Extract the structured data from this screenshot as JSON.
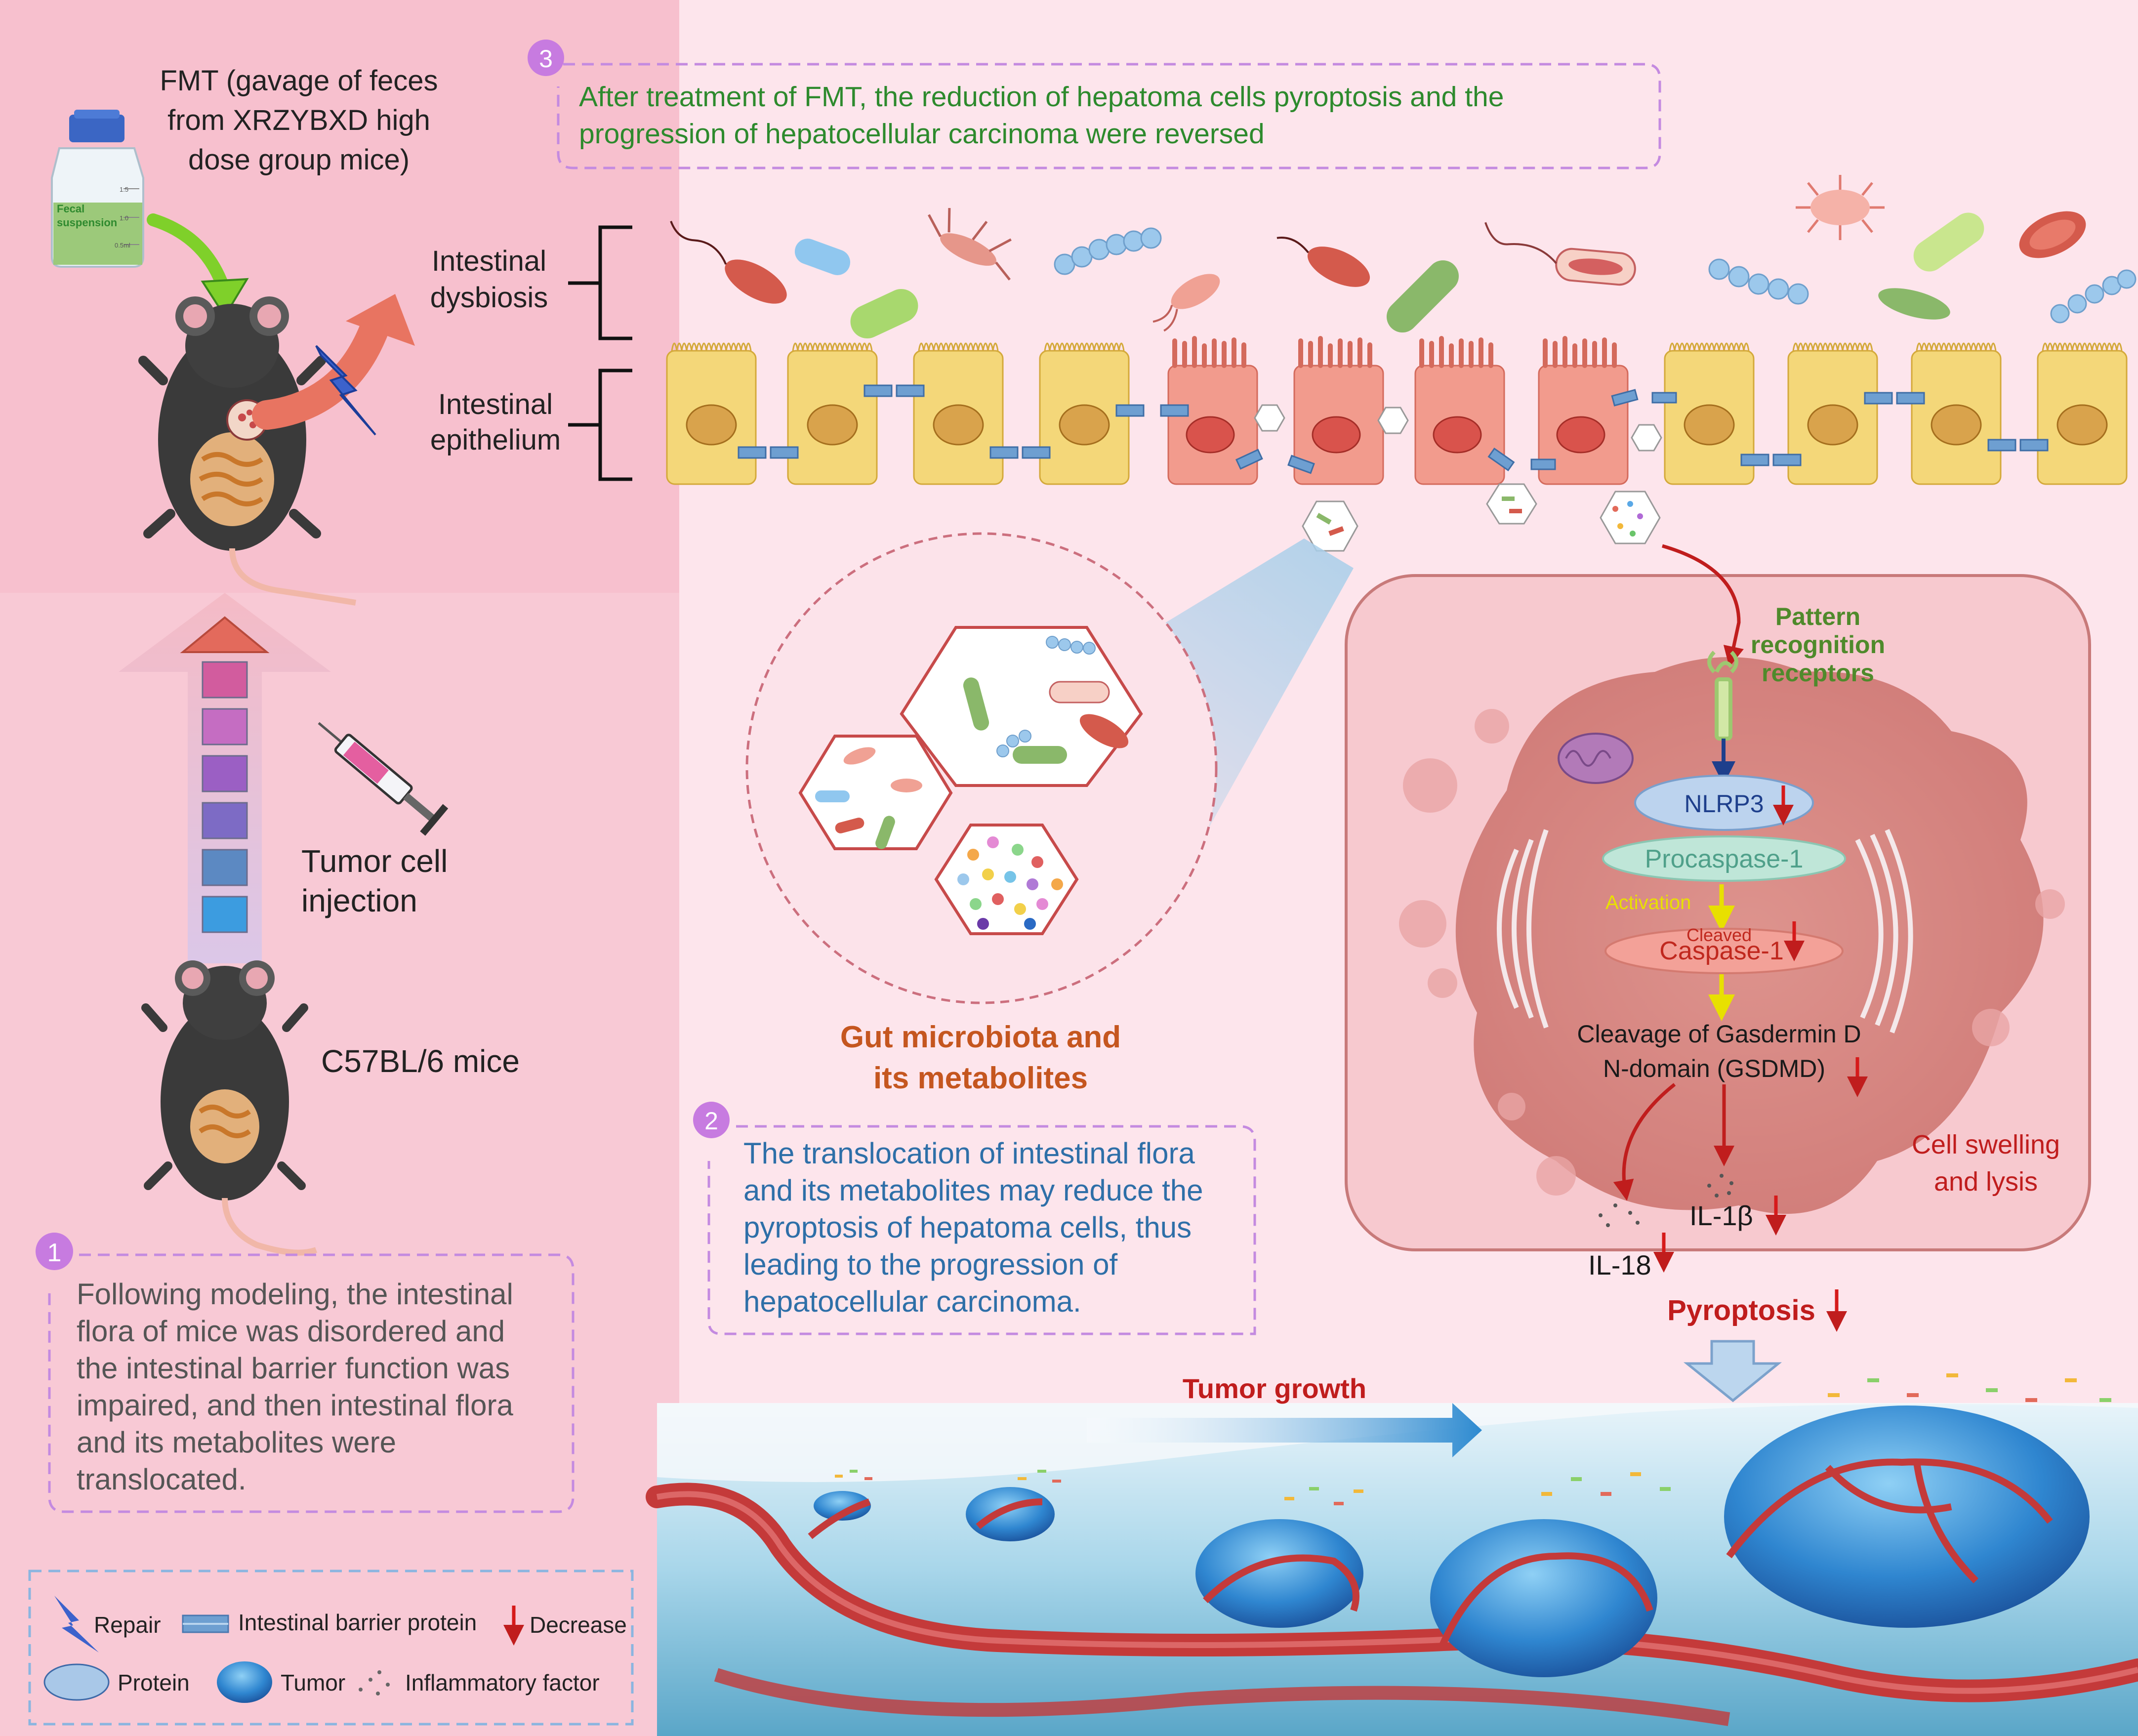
{
  "fmt": {
    "text_lines": [
      "FMT (gavage of feces",
      "from XRZYBXD high",
      "dose group mice)"
    ],
    "bottle_label_lines": [
      "Fecal",
      "suspension"
    ],
    "bottle_marks": [
      "1.5",
      "1.0",
      "0.5ml"
    ]
  },
  "step1": {
    "number": "1",
    "lines": [
      "Following modeling, the intestinal",
      "flora of mice was disordered and",
      "the intestinal barrier function was",
      "impaired, and then intestinal flora",
      "and its metabolites were",
      "translocated."
    ]
  },
  "step2": {
    "number": "2",
    "lines": [
      "The translocation of intestinal flora",
      "and its metabolites may reduce the",
      "pyroptosis of hepatoma cells, thus",
      "leading to the progression of",
      "hepatocellular carcinoma."
    ]
  },
  "step3": {
    "number": "3",
    "lines": [
      "After treatment of FMT, the reduction of hepatoma cells pyroptosis and the",
      "progression of hepatocellular carcinoma were reversed"
    ]
  },
  "labels": {
    "intestinal_dysbiosis": [
      "Intestinal",
      "dysbiosis"
    ],
    "intestinal_epithelium": [
      "Intestinal",
      "epithelium"
    ],
    "tumor_cell_injection": [
      "Tumor cell",
      "injection"
    ],
    "mice": "C57BL/6 mice",
    "gut_microbiota": [
      "Gut microbiota and",
      "its metabolites"
    ],
    "pattern_recognition": [
      "Pattern",
      "recognition",
      "receptors"
    ],
    "cell_swelling": [
      "Cell swelling",
      "and lysis"
    ],
    "tumor_growth": "Tumor growth",
    "pyroptosis": "Pyroptosis"
  },
  "pathway": {
    "nlrp3": "NLRP3",
    "procaspase": "Procaspase-1",
    "activation": "Activation",
    "cleaved": "Cleaved",
    "caspase": "Caspase-1",
    "gsdmd_lines": [
      "Cleavage of Gasdermin D",
      "N-domain (GSDMD)"
    ],
    "il1b": "IL-1β",
    "il18": "IL-18"
  },
  "legend": {
    "repair": "Repair",
    "barrier": "Intestinal barrier protein",
    "decrease": "Decrease",
    "protein": "Protein",
    "tumor": "Tumor",
    "inflammatory": "Inflammatory factor"
  },
  "colors": {
    "dark_text": "#222222",
    "step_text_gray": "#555555",
    "step_text_blue": "#2e6fa8",
    "step_text_green": "#2d8a2d",
    "step_badge": "#c77be0",
    "dashed_border": "#c48ae0",
    "orange_label": "#c5561f",
    "green_label": "#4f8a2b",
    "red": "#d61a1a",
    "blue_dark": "#1e3f8c",
    "yellow": "#e8e000",
    "epithelium_yellow": "#f4d779",
    "epithelium_red": "#f29b8d",
    "barrier_blue": "#6e9fd1",
    "vessel_red": "#c43a3a"
  }
}
